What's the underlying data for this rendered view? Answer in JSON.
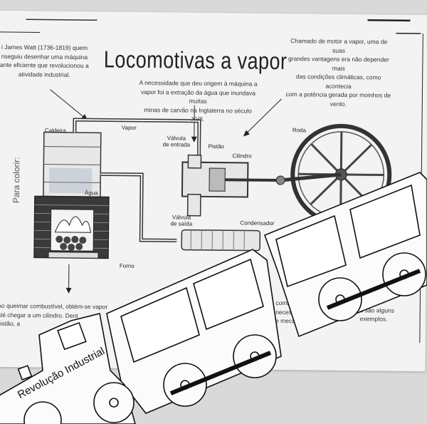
{
  "worksheet": {
    "title": "Locomotivas a vapor",
    "side_label": "Para colorir:",
    "notes": {
      "watt": "i James Watt (1736-1819) quem\nnseguiu desenhar uma máquina\nante eficiente que revolucionou a\natividade industrial.",
      "origin": "A necessidade que deu origem à máquina a\nvapor foi a extração da água que inundava muitas\nminas de carvão na Inglaterra no século XVII.",
      "motor": "Chamado de motor a vapor, uma de suas\ngrandes vantagens era não depender mais\ndas condições climáticas, como acontecia\ncom a potência gerada por moinhos de\nvento.",
      "fuel": "Ao queimar combustível, obtém-se vapor\naté chegar a um cilindro. Dent\npistão, a",
      "partial_mid": "combus\nnecess\ne mecanism",
      "partial_right": "mento d\nões são alguns\nexemplos."
    },
    "labels": {
      "caldeira": "Caldeira",
      "vapor": "Vapor",
      "agua": "Água",
      "fornalha": "Forno",
      "valvula_entrada": "Válvula\nde entrada",
      "pistao": "Pistão",
      "cilindro": "Cilindro",
      "roda": "Roda",
      "valvula_saida": "Válvula\nde saída",
      "condensador": "Condensador"
    }
  },
  "cutout": {
    "stamp": "Revolução Industrial"
  },
  "colors": {
    "paper": "#f3f3f3",
    "background": "#d9d9d9",
    "ink": "#222222",
    "firebox_grid": "#2a2a2a"
  }
}
